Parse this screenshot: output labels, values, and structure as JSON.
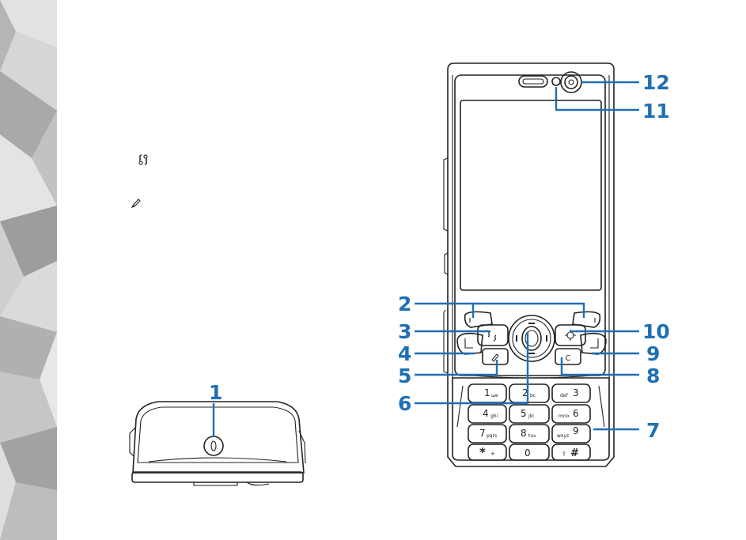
{
  "callouts": [
    "1",
    "2",
    "3",
    "4",
    "5",
    "6",
    "7",
    "8",
    "9",
    "10",
    "11",
    "12"
  ],
  "keypad": {
    "row1": {
      "k1": "1",
      "k1s": "ωe",
      "k2": "2",
      "k2s": "bc",
      "k3": "3",
      "k3s": "def"
    },
    "row2": {
      "k4": "4",
      "k4s": "ghi",
      "k5": "5",
      "k5s": "jkl",
      "k6": "6",
      "k6s": "mno"
    },
    "row3": {
      "k7": "7",
      "k7s": "pqrs",
      "k8": "8",
      "k8s": "tuv",
      "k9": "9",
      "k9s": "wxyz"
    },
    "row4": {
      "star": "*",
      "stars": "+",
      "zero": "0",
      "hash": "#",
      "hashs": "⇧"
    }
  },
  "icons": {
    "menu_key_icon": "menu-key-icon",
    "edit_key_icon": "pencil-edit-icon",
    "clear_key_label": "C"
  }
}
